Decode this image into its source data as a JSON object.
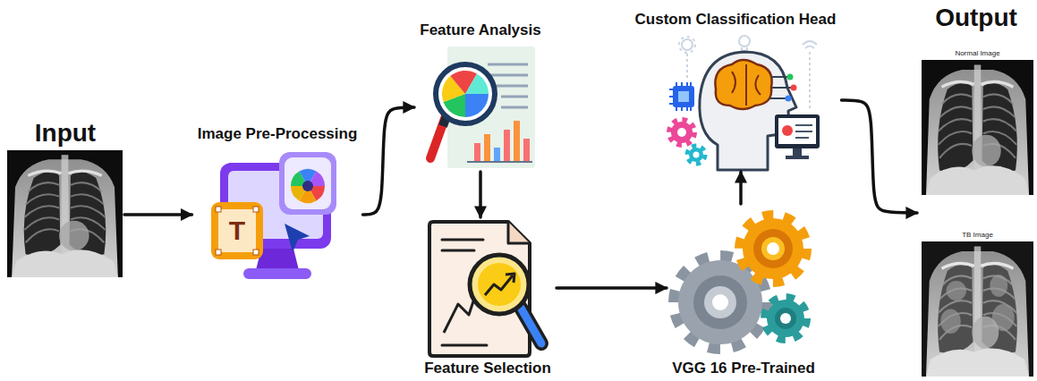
{
  "diagram": {
    "nodes": [
      {
        "text": [
          "Input"
        ]
      },
      {
        "text": [
          "Image Pre-Processing"
        ]
      },
      {
        "text": [
          "Feature Analysis"
        ]
      },
      {
        "text": [
          "Feature Selection"
        ]
      },
      {
        "text": [
          "VGG 16 Pre-Trained"
        ]
      },
      {
        "text": [
          "Custom Classification Head"
        ]
      },
      {
        "text": [
          "Output"
        ]
      },
      {
        "text": [
          "Normal Image"
        ],
        "in": 6
      },
      {
        "text": [
          "TB Image"
        ],
        "in": 6
      }
    ],
    "edges": [
      {
        "from": 0,
        "to": 1,
        "arrow": "to"
      },
      {
        "from": 1,
        "to": 2,
        "arrow": "to"
      },
      {
        "from": 2,
        "to": 3,
        "arrow": "to"
      },
      {
        "from": 3,
        "to": 4,
        "arrow": "to"
      },
      {
        "from": 4,
        "to": 5,
        "arrow": "to"
      },
      {
        "from": 5,
        "to": 6,
        "arrow": "to"
      }
    ],
    "labels": [
      "T"
    ]
  }
}
